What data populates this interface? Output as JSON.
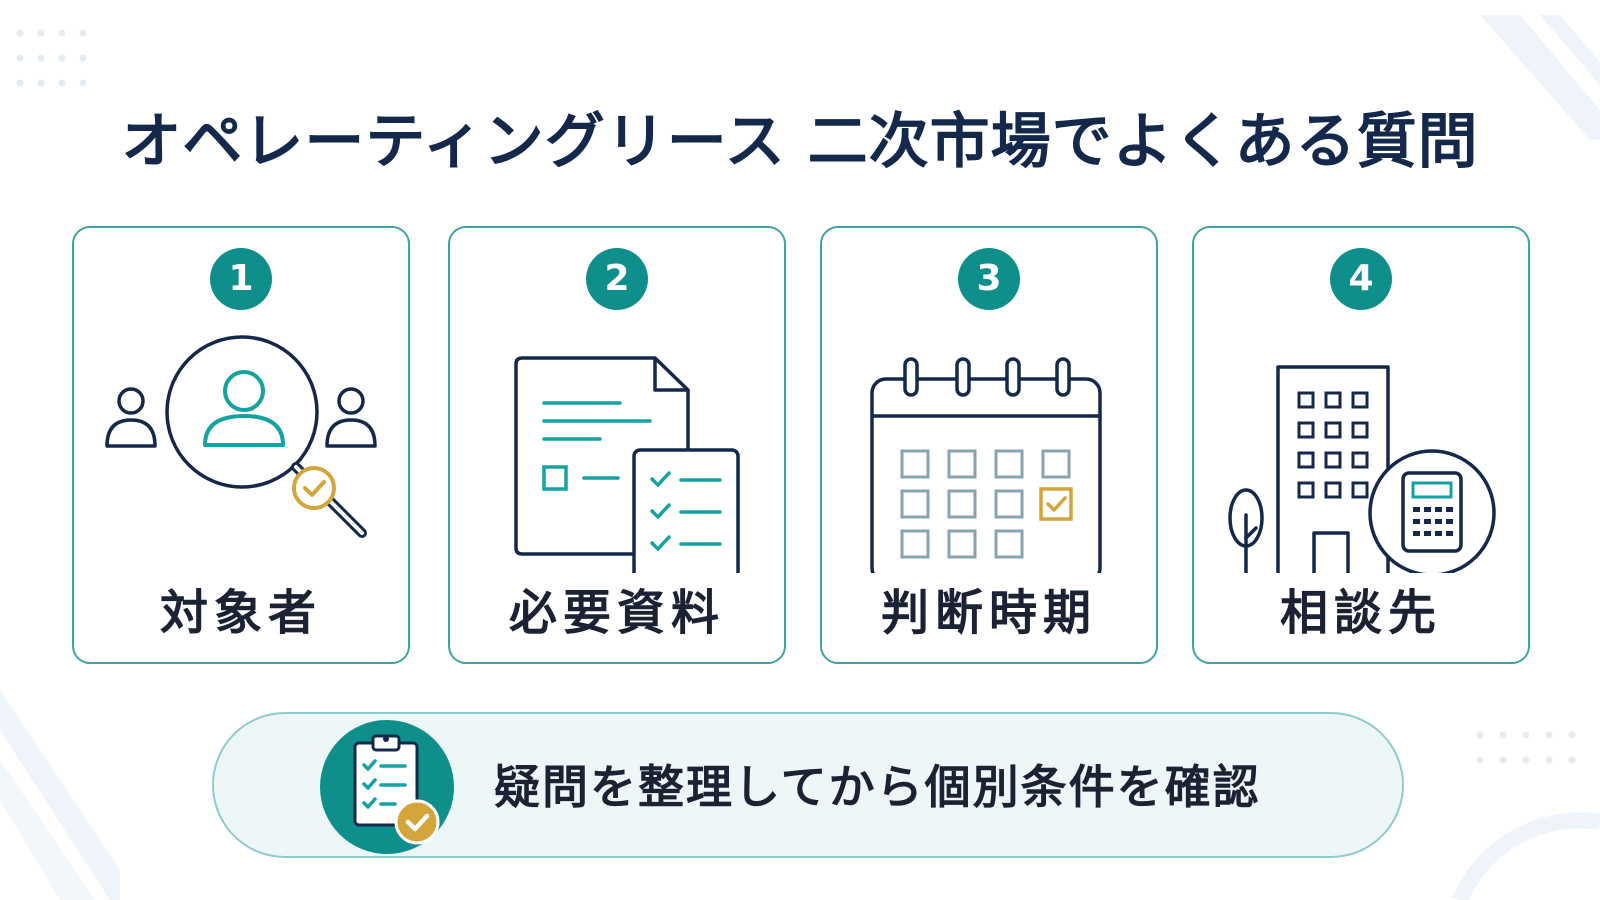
{
  "title": "オペレーティングリース 二次市場でよくある質問",
  "cards": [
    {
      "number": "1",
      "label": "対象者",
      "icon": "people-search-icon"
    },
    {
      "number": "2",
      "label": "必要資料",
      "icon": "document-checklist-icon"
    },
    {
      "number": "3",
      "label": "判断時期",
      "icon": "calendar-check-icon"
    },
    {
      "number": "4",
      "label": "相談先",
      "icon": "building-calculator-icon"
    }
  ],
  "banner": {
    "text": "疑問を整理してから個別条件を確認",
    "icon": "clipboard-check-icon"
  },
  "colors": {
    "navy": "#14284b",
    "teal": "#0f8f8c",
    "gold": "#d4a53a",
    "card_border": "#3fa3a6",
    "banner_bg": "#eef7f8"
  }
}
